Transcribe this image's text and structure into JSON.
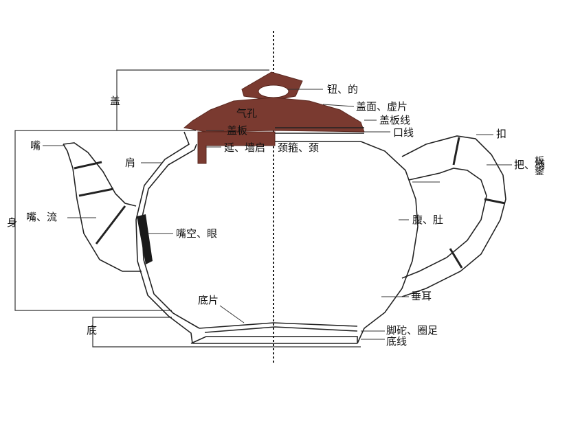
{
  "diagram": {
    "labels": {
      "lid": "盖",
      "body": "身",
      "base": "底",
      "knob": "钮、的",
      "lid_surface": "盖面、虚片",
      "air_hole": "气孔",
      "lid_plate_line": "盖板线",
      "lid_plate": "盖板",
      "mouth_line": "口线",
      "flange": "延、墙启",
      "neck": "颈箍、颈",
      "spout": "嘴",
      "shoulder": "肩",
      "spout_flow": "嘴、流",
      "spout_hole": "嘴空、眼",
      "bottom_plate": "底片",
      "handle_button": "扣",
      "handle": "把、柄",
      "handle_extra": "板",
      "handle_extra2": "鋬",
      "belly": "腹、肚",
      "hanging_ear": "垂耳",
      "foot": "脚砣、圈足",
      "base_line": "底线"
    },
    "colors": {
      "lid_fill": "#7a3a30",
      "line": "#222222",
      "wall_fill": "#1a1a1a"
    }
  }
}
